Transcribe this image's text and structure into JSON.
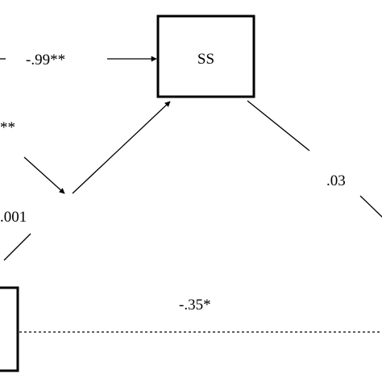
{
  "diagram": {
    "nodes": {
      "ss": {
        "label": "SS"
      }
    },
    "paths": {
      "top_left_coefficient": "-.99**",
      "left_fragment": "**",
      "middle_fragment": ".001",
      "right_coefficient": ".03",
      "bottom_coefficient": "-.35*"
    }
  }
}
